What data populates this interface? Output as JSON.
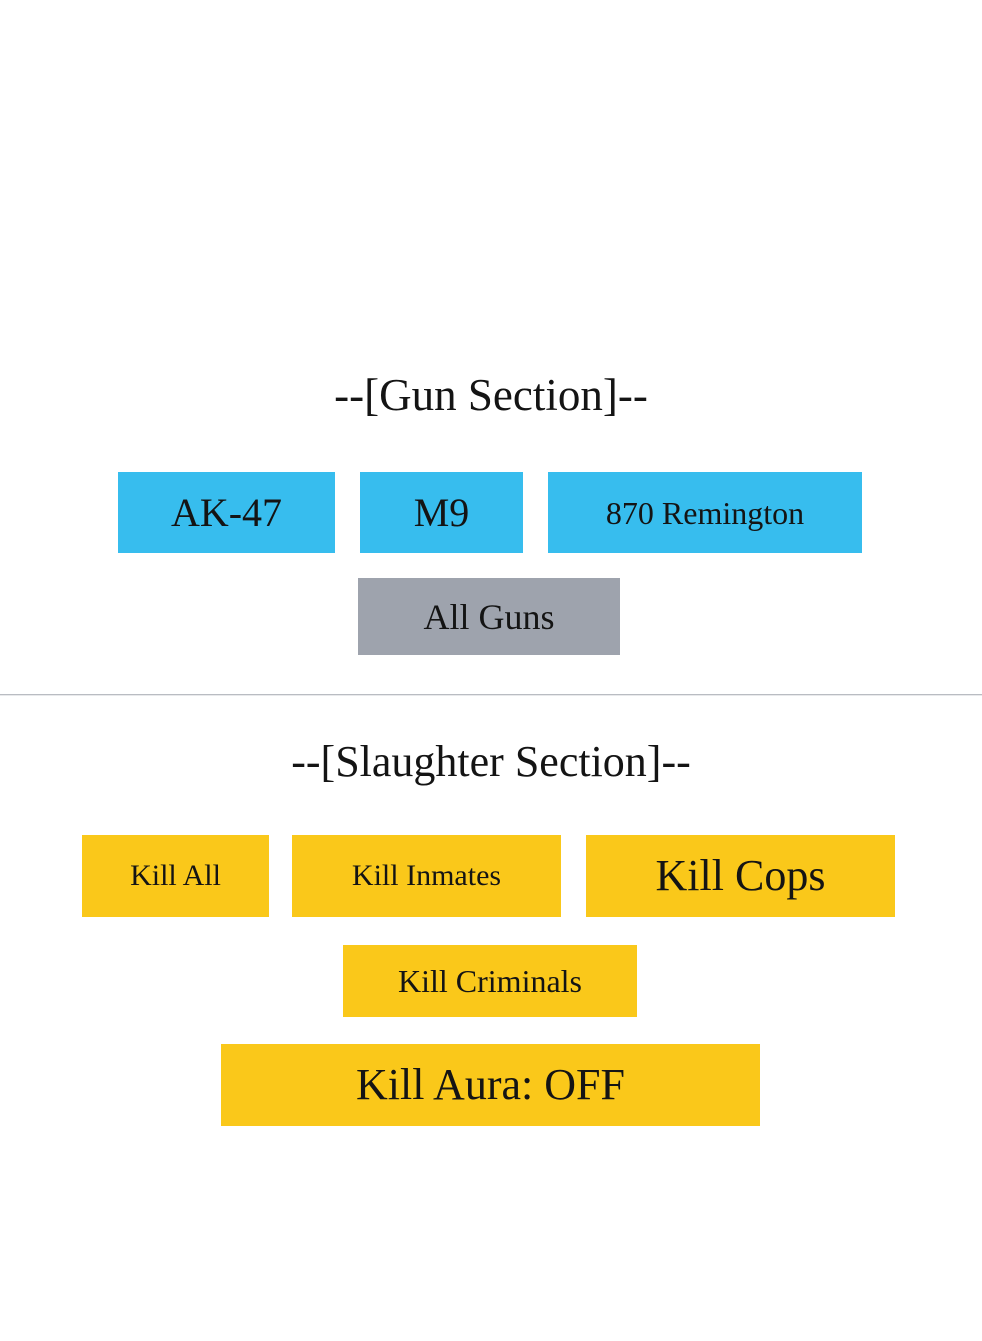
{
  "app": {
    "background_color": "#ffffff",
    "text_color": "#141414"
  },
  "colors": {
    "gun_button": "#37bdee",
    "all_guns_button": "#9ea3ad",
    "slaughter_button": "#fac81a",
    "divider": "#b9bcc2"
  },
  "gun_section": {
    "title": "--[Gun Section]--",
    "buttons": [
      {
        "label": "AK-47"
      },
      {
        "label": "M9"
      },
      {
        "label": "870 Remington"
      },
      {
        "label": "All Guns"
      }
    ]
  },
  "slaughter_section": {
    "title": "--[Slaughter Section]--",
    "buttons": [
      {
        "label": "Kill All"
      },
      {
        "label": "Kill Inmates"
      },
      {
        "label": "Kill Cops"
      },
      {
        "label": "Kill Criminals"
      },
      {
        "label": "Kill Aura: OFF"
      }
    ]
  }
}
